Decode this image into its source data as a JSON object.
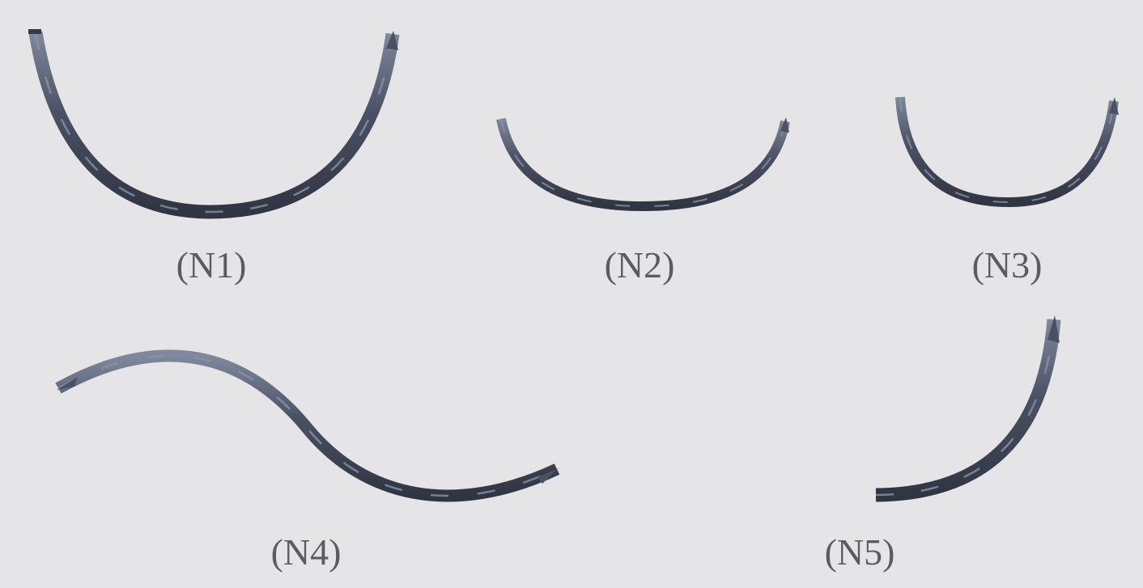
{
  "needles": [
    {
      "id": "n1",
      "label": "(N1)",
      "shape": "large-half-circle"
    },
    {
      "id": "n2",
      "label": "(N2)",
      "shape": "shallow-curve"
    },
    {
      "id": "n3",
      "label": "(N3)",
      "shape": "small-half-circle"
    },
    {
      "id": "n4",
      "label": "(N4)",
      "shape": "s-curve"
    },
    {
      "id": "n5",
      "label": "(N5)",
      "shape": "ski-needle"
    }
  ],
  "colors": {
    "background": "#e5e5e7",
    "needle_body": "#4a5163",
    "needle_dark": "#353a47",
    "needle_highlight": "#8a93a8",
    "label_text": "#5a5c60"
  }
}
